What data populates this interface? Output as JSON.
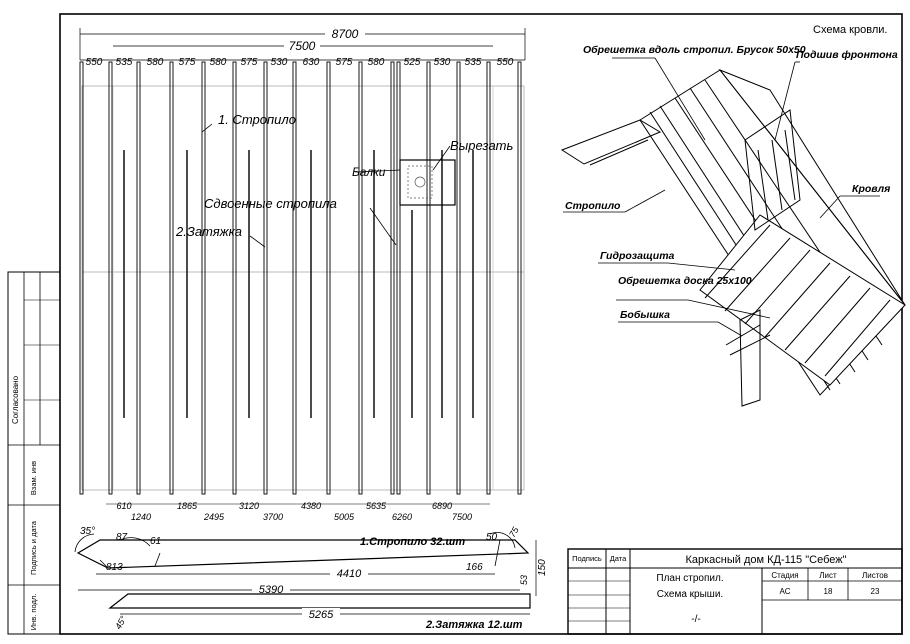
{
  "sheet": {
    "title_corner": "Схема кровли.",
    "approved_label": "Согласовано",
    "side_stamp": [
      "Взам. инв",
      "Подпись и дата",
      "Инв. подл."
    ]
  },
  "plan": {
    "overall_dim": "8700",
    "inner_dim": "7500",
    "spacings": [
      "550",
      "535",
      "580",
      "575",
      "580",
      "575",
      "530",
      "630",
      "575",
      "580",
      "525",
      "530",
      "535",
      "550"
    ],
    "bottom_dims": [
      "610",
      "1240",
      "1865",
      "2495",
      "3120",
      "3700",
      "4380",
      "5005",
      "5635",
      "6260",
      "6890",
      "7500"
    ],
    "labels": {
      "rafter": "1. Стропило",
      "tie": "2.Затяжка",
      "paired": "Сдвоенные стропила",
      "beams": "Балки",
      "cut": "Вырезать"
    }
  },
  "details": {
    "rafter_title": "1.Стропило 32.шт",
    "tie_title": "2.Затяжка 12.шт",
    "rafter_dims": [
      "35°",
      "87",
      "61",
      "813",
      "4410",
      "5390",
      "166",
      "50",
      "75",
      "150",
      "53"
    ],
    "tie_dims": [
      "5265",
      "45°"
    ]
  },
  "isometric": {
    "labels": {
      "batten_along": "Обрешетка вдоль стропил. Брусок 50х50",
      "gable_lining": "Подшив фронтона",
      "rafter": "Стропило",
      "roof": "Кровля",
      "waterproof": "Гидрозащита",
      "batten_board": "Обрешетка доска 25х100",
      "fascia": "Бобышка"
    }
  },
  "title_block": {
    "col_sign": "Подпись",
    "col_date": "Дата",
    "project": "Каркасный дом КД-115 \"Себеж\"",
    "sheet_name_1": "План стропил.",
    "sheet_name_2": "Схема крыши.",
    "stage_label": "Стадия",
    "stage": "АС",
    "sheet_label": "Лист",
    "sheet_no": "18",
    "sheets_label": "Листов",
    "sheets_total": "23",
    "note": "-/-"
  }
}
